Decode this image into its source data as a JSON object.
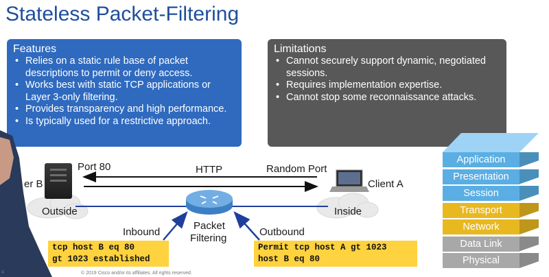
{
  "title": "Stateless Packet-Filtering",
  "features": {
    "heading": "Features",
    "items": [
      "Relies on a static rule base of packet descriptions to permit or deny access.",
      "Works best with static TCP applications or Layer 3-only filtering.",
      "Provides transparency and high performance.",
      "Is typically used for a restrictive approach."
    ]
  },
  "limitations": {
    "heading": "Limitations",
    "items": [
      "Cannot securely support dynamic, negotiated sessions.",
      "Requires implementation expertise.",
      "Cannot stop some reconnaissance attacks."
    ]
  },
  "bullet": "•",
  "diagram": {
    "port80": "Port 80",
    "http": "HTTP",
    "random_port": "Random Port",
    "server_label": "er B",
    "client_label": "Client A",
    "outside": "Outside",
    "inside": "Inside",
    "inbound": "Inbound",
    "outbound": "Outbound",
    "packet_filtering_line1": "Packet",
    "packet_filtering_line2": "Filtering",
    "inbound_rule": [
      "tcp host B eq 80",
      "gt 1023 established"
    ],
    "outbound_rule": [
      "Permit tcp host A gt 1023",
      "host B eq 80"
    ]
  },
  "osi_layers": [
    {
      "name": "Application",
      "color": "#5aaee3"
    },
    {
      "name": "Presentation",
      "color": "#5aaee3"
    },
    {
      "name": "Session",
      "color": "#5aaee3"
    },
    {
      "name": "Transport",
      "color": "#e8b820"
    },
    {
      "name": "Network",
      "color": "#e8b820"
    },
    {
      "name": "Data Link",
      "color": "#a8a8a8"
    },
    {
      "name": "Physical",
      "color": "#a8a8a8"
    }
  ],
  "footer": "© 2019  Cisco and/or its affiliates.  All rights reserved.",
  "page_number": "4"
}
